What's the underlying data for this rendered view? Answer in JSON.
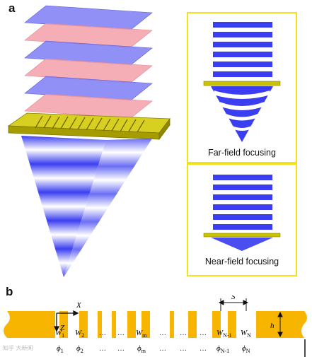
{
  "panels": {
    "a": {
      "label": "a"
    },
    "b": {
      "label": "b"
    }
  },
  "insets": {
    "far_field": {
      "caption": "Far-field focusing"
    },
    "near_field": {
      "caption": "Near-field focusing"
    }
  },
  "schematic_b": {
    "axis_x": "X",
    "axis_z": "Z",
    "spacing_label": "S",
    "height_label": "h",
    "width_main": [
      "W",
      "W",
      "W",
      "W",
      "W"
    ],
    "width_subs": [
      "1",
      "2",
      "m",
      "N-1",
      "N"
    ],
    "phase_main": [
      "ϕ",
      "ϕ",
      "ϕ",
      "ϕ",
      "ϕ"
    ],
    "phase_subs": [
      "1",
      "2",
      "m",
      "N-1",
      "N"
    ],
    "ellipsis": "…"
  },
  "colors": {
    "slab_gold": "#f7b500",
    "inset_border": "#f2e21a",
    "wave_blue": "#4a4ef0",
    "plane_blue": "#7c7cf6",
    "plane_pink": "#f3a0a8",
    "metal_plate": "#c9c200"
  },
  "watermark": "知乎 大新闻"
}
